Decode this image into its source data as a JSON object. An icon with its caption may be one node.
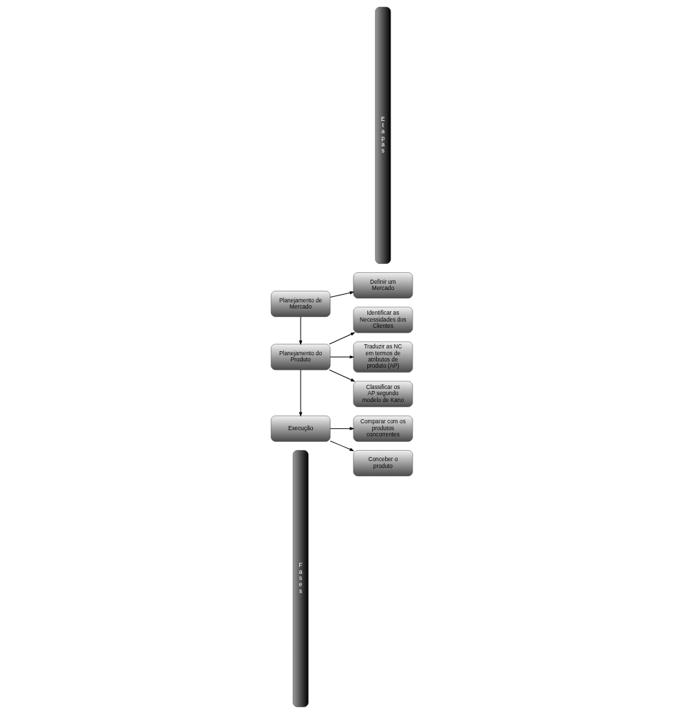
{
  "diagram": {
    "nodes": [
      {
        "text": [
          "Fases"
        ]
      },
      {
        "text": [
          "Planejamento de Mercado"
        ]
      },
      {
        "text": [
          "Definir um Mercado"
        ]
      },
      {
        "text": [
          "Identificar as Necessidades dos Clientes"
        ]
      },
      {
        "text": [
          "Planejamento do Produto"
        ]
      },
      {
        "text": [
          "Traduzir as NC em termos de atributos de produto (AP)"
        ]
      },
      {
        "text": [
          "Classificar os AP segundo modelo de Kano"
        ]
      },
      {
        "text": [
          "Execução"
        ]
      },
      {
        "text": [
          "Comparar com os produtos concorrentes"
        ]
      },
      {
        "text": [
          "Conceber o produto"
        ]
      },
      {
        "text": [
          "Etapas"
        ]
      }
    ],
    "edges": [
      {
        "from": 1,
        "to": 2,
        "arrow": "to"
      },
      {
        "from": 1,
        "to": 4,
        "arrow": "to"
      },
      {
        "from": 4,
        "to": 3,
        "arrow": "to"
      },
      {
        "from": 4,
        "to": 5,
        "arrow": "to"
      },
      {
        "from": 4,
        "to": 6,
        "arrow": "to"
      },
      {
        "from": 4,
        "to": 7,
        "arrow": "to"
      },
      {
        "from": 7,
        "to": 8,
        "arrow": "to"
      },
      {
        "from": 7,
        "to": 9,
        "arrow": "to"
      }
    ]
  }
}
